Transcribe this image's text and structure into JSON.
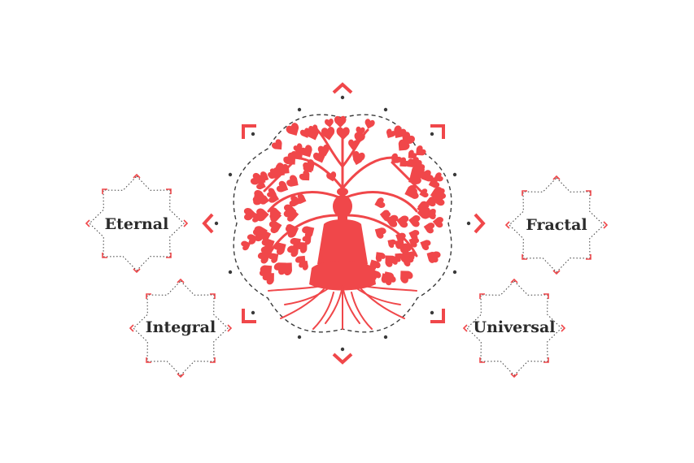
{
  "diagram": {
    "accent_color": "#f0474a",
    "text_color": "#2b2b2b",
    "dotted_color": "#3a3a3a",
    "center": {
      "icon": "buddha-under-bodhi-tree-icon"
    },
    "nodes": [
      {
        "id": "eternal",
        "label": "Eternal"
      },
      {
        "id": "integral",
        "label": "Integral"
      },
      {
        "id": "fractal",
        "label": "Fractal"
      },
      {
        "id": "universal",
        "label": "Universal"
      }
    ]
  }
}
